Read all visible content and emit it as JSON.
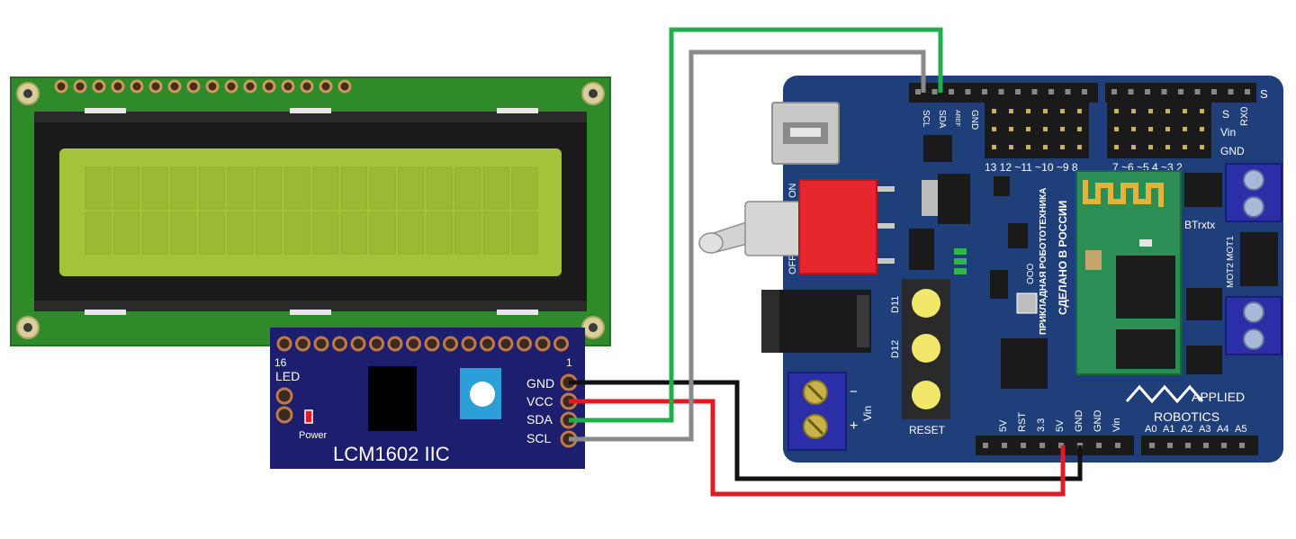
{
  "lcm": {
    "pin_16": "16",
    "pin_1": "1",
    "led": "LED",
    "power": "Power",
    "gnd": "GND",
    "vcc": "VCC",
    "sda": "SDA",
    "scl": "SCL",
    "title": "LCM1602 IIC"
  },
  "shield": {
    "top_pins": {
      "scl": "SCL",
      "sda": "SDA",
      "aref": "AREF",
      "gnd": "GND"
    },
    "s_top": "S",
    "side_s": "S",
    "side_rx": "RX0",
    "side_vin": "Vin",
    "side_gnd": "GND",
    "digital_left": "13 12 ~11 ~10 ~9  8",
    "digital_right": "7 ~6 ~5  4 ~3  2",
    "switch_on": "ON",
    "switch_off": "OFF",
    "d11": "D11",
    "d12": "D12",
    "reset": "RESET",
    "vin_label": "Vin",
    "plus": "+",
    "minus": "−",
    "brand_1": "ООО",
    "brand_2": "ПРИКЛАДНАЯ РОБОТОТЕХНИКА",
    "brand_3": "СДЕЛАНО В РОССИИ",
    "bt": "BTrxtx",
    "mot1": "MOT1",
    "mot2": "MOT2",
    "power_pins": [
      "5V",
      "RST",
      "3.3",
      "5V",
      "GND",
      "GND",
      "Vin"
    ],
    "analog_pins": [
      "A0",
      "A1",
      "A2",
      "A3",
      "A4",
      "A5"
    ],
    "applied": "APPLIED",
    "robotics": "ROBOTICS"
  },
  "colors": {
    "wire_gnd": "#111111",
    "wire_vcc": "#e21b23",
    "wire_sda": "#1fae4b",
    "wire_scl": "#8a8a8a",
    "lcd_pcb": "#2f8a2a",
    "lcd_screen": "#a3c43a",
    "lcm_board": "#1d1e6e",
    "shield_board": "#1f3f7a"
  }
}
